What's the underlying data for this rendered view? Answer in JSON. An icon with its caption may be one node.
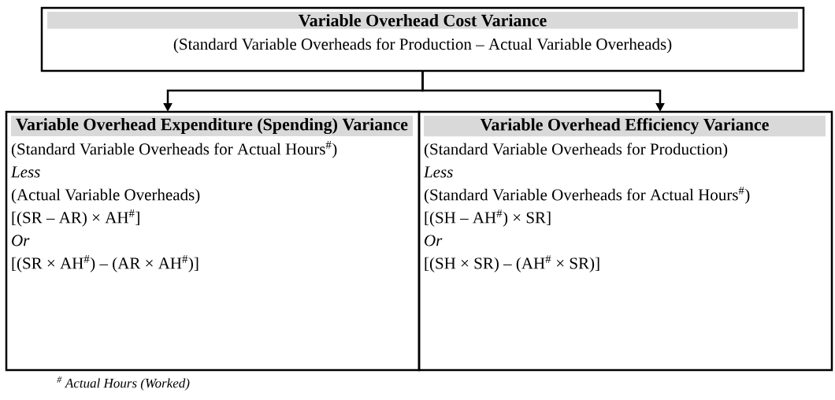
{
  "diagram": {
    "nodes": [
      {
        "text": [
          "Variable Overhead Cost Variance",
          "(Standard Variable Overheads for Production – Actual Variable Overheads)"
        ]
      },
      {
        "text": [
          "Variable Overhead Expenditure (Spending) Variance",
          "(Standard Variable Overheads for Actual Hours$^{#}$)",
          "Less",
          "(Actual Variable Overheads)",
          "[(SR – AR) × AH$^{#}$]",
          "Or",
          "[(SR × AH$^{#}$) – (AR × AH$^{#}$)]"
        ]
      },
      {
        "text": [
          "Variable Overhead Efficiency Variance",
          "(Standard Variable Overheads for Production)",
          "Less",
          "(Standard Variable Overheads for Actual Hours$^{#}$)",
          "[(SH – AH$^{#}$) × SR]",
          "Or",
          "[(SH × SR) – (AH$^{#}$ × SR)]"
        ]
      }
    ],
    "edges": [
      {
        "from": 0,
        "to": 1,
        "arrow": "to"
      },
      {
        "from": 0,
        "to": 2,
        "arrow": "to"
      }
    ],
    "labels": [
      "$^{#}$ Actual Hours (Worked)"
    ]
  }
}
